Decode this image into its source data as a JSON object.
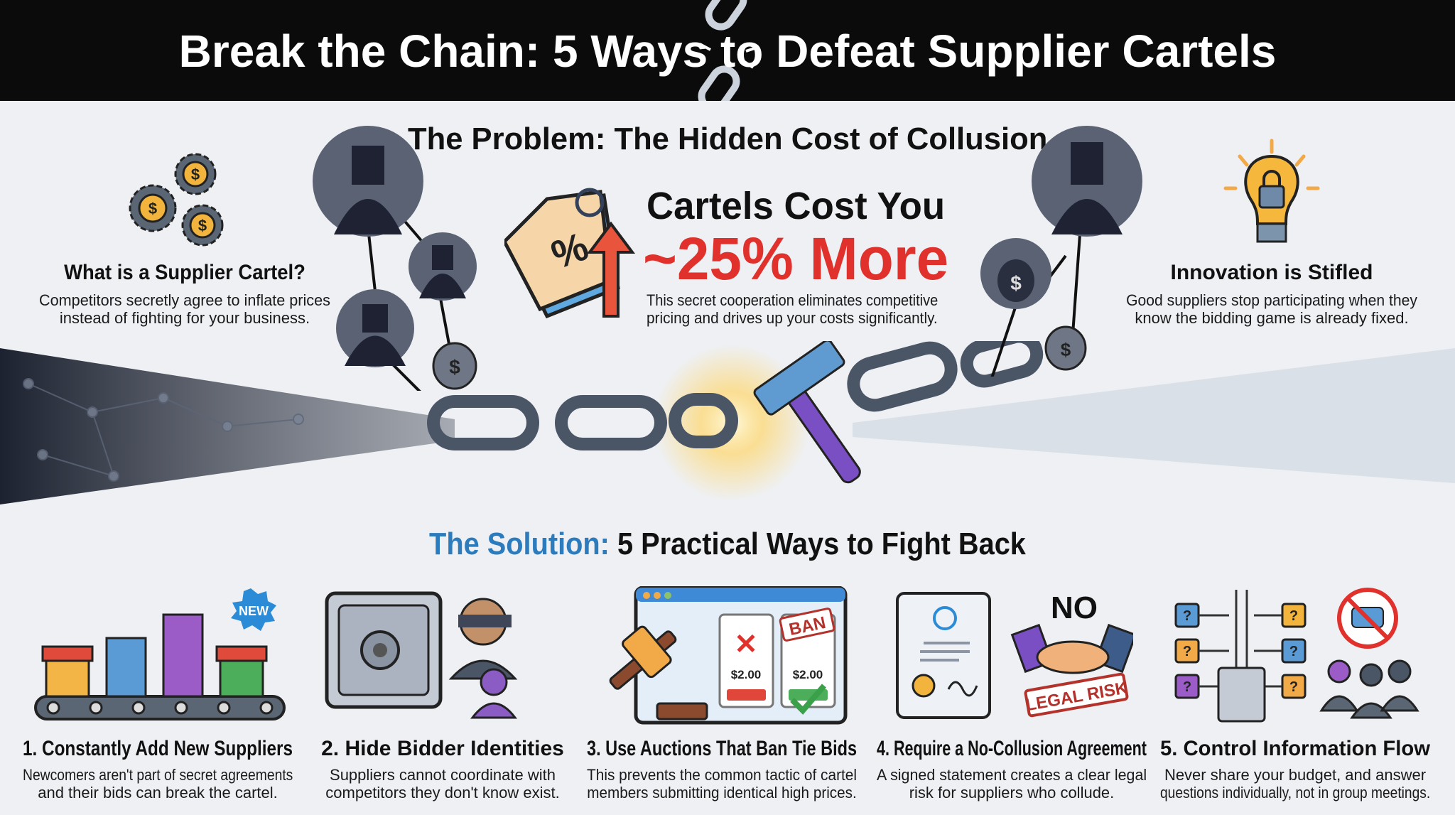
{
  "header": {
    "title": "Break the Chain: 5 Ways to Defeat Supplier Cartels"
  },
  "problem": {
    "heading": "The Problem: The Hidden Cost of Collusion",
    "what_is": {
      "title": "What is a Supplier Cartel?",
      "lines": [
        "Competitors secretly agree to inflate prices",
        "instead of fighting for your business."
      ]
    },
    "cost": {
      "line1": "Cartels Cost You",
      "line2": "~25% More",
      "lines": [
        "This secret cooperation eliminates competitive",
        "pricing and drives up your costs significantly."
      ]
    },
    "innovation": {
      "title": "Innovation is Stifled",
      "lines": [
        "Good suppliers stop participating when they",
        "know the bidding game is already fixed."
      ]
    }
  },
  "solution": {
    "heading_accent": "The Solution:",
    "heading_rest": " 5 Practical Ways to Fight Back",
    "items": [
      {
        "title": "1. Constantly Add New Suppliers",
        "lines": [
          "Newcomers aren't part of secret agreements",
          "and their bids can break the cartel."
        ],
        "icon": "conveyor-stores-icon",
        "badge": "NEW"
      },
      {
        "title": "2. Hide Bidder Identities",
        "lines": [
          "Suppliers cannot coordinate with",
          "competitors they don't know exist."
        ],
        "icon": "safe-blindfold-icon"
      },
      {
        "title": "3. Use Auctions That Ban Tie Bids",
        "lines": [
          "This prevents the common tactic of cartel",
          "members submitting identical high prices."
        ],
        "icon": "auction-gavel-icon",
        "bids": [
          "$2.00",
          "$2.00"
        ],
        "stamp": "BAN"
      },
      {
        "title": "4. Require a No-Collusion Agreement",
        "lines": [
          "A signed statement creates a clear legal",
          "risk for suppliers who collude."
        ],
        "icon": "contract-handshake-icon",
        "no": "NO",
        "stamp": "LEGAL RISK"
      },
      {
        "title": "5. Control Information Flow",
        "lines": [
          "Never share your budget, and answer",
          "questions individually, not in group meetings."
        ],
        "icon": "information-flow-icon"
      }
    ]
  },
  "colors": {
    "header_bg": "#0b0b0c",
    "accent_red": "#e0312d",
    "accent_blue": "#2b7bbd",
    "chain": "#4a5566"
  }
}
